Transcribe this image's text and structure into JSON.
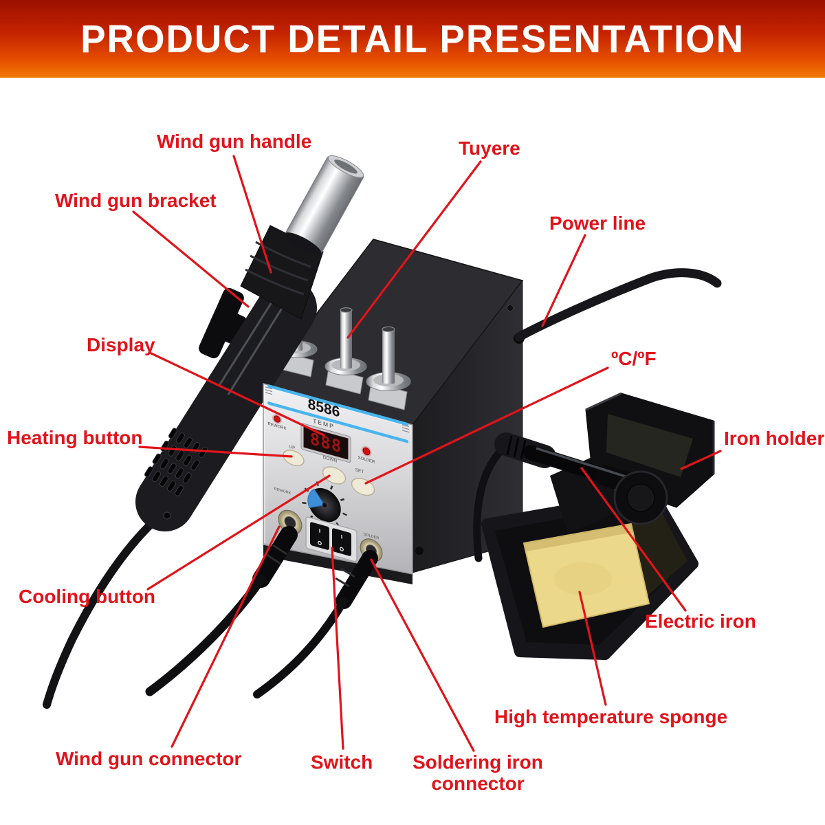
{
  "banner": {
    "title": "PRODUCT DETAIL PRESENTATION"
  },
  "colors": {
    "banner_top": "#9b1000",
    "banner_bottom": "#f27a00",
    "label_red": "#e0141a",
    "panel_blue": "#49b5ee",
    "sponge_yellow": "#ecd88a"
  },
  "callouts": {
    "wind_gun_handle": "Wind gun handle",
    "wind_gun_bracket": "Wind gun bracket",
    "tuyere": "Tuyere",
    "power_line": "Power line",
    "display": "Display",
    "temp_unit": "ºC/ºF",
    "heating_button": "Heating button",
    "iron_holder": "Iron holder",
    "cooling_button": "Cooling button",
    "electric_iron": "Electric iron",
    "wind_gun_connector": "Wind gun connector",
    "switch": "Switch",
    "soldering_iron_connector": "Soldering iron connector",
    "high_temperature_sponge": "High temperature sponge"
  },
  "device": {
    "model": "8586",
    "display_label": "TEMP",
    "display_value": "888",
    "led_left_label": "REWORK",
    "led_right_label": "SOLDER",
    "button_up": "UP",
    "button_down": "DOWN",
    "button_set": "SET",
    "knob_label": "REWORK",
    "port_right_label": "SOLDER",
    "switch_on": "I",
    "switch_off": "O"
  }
}
